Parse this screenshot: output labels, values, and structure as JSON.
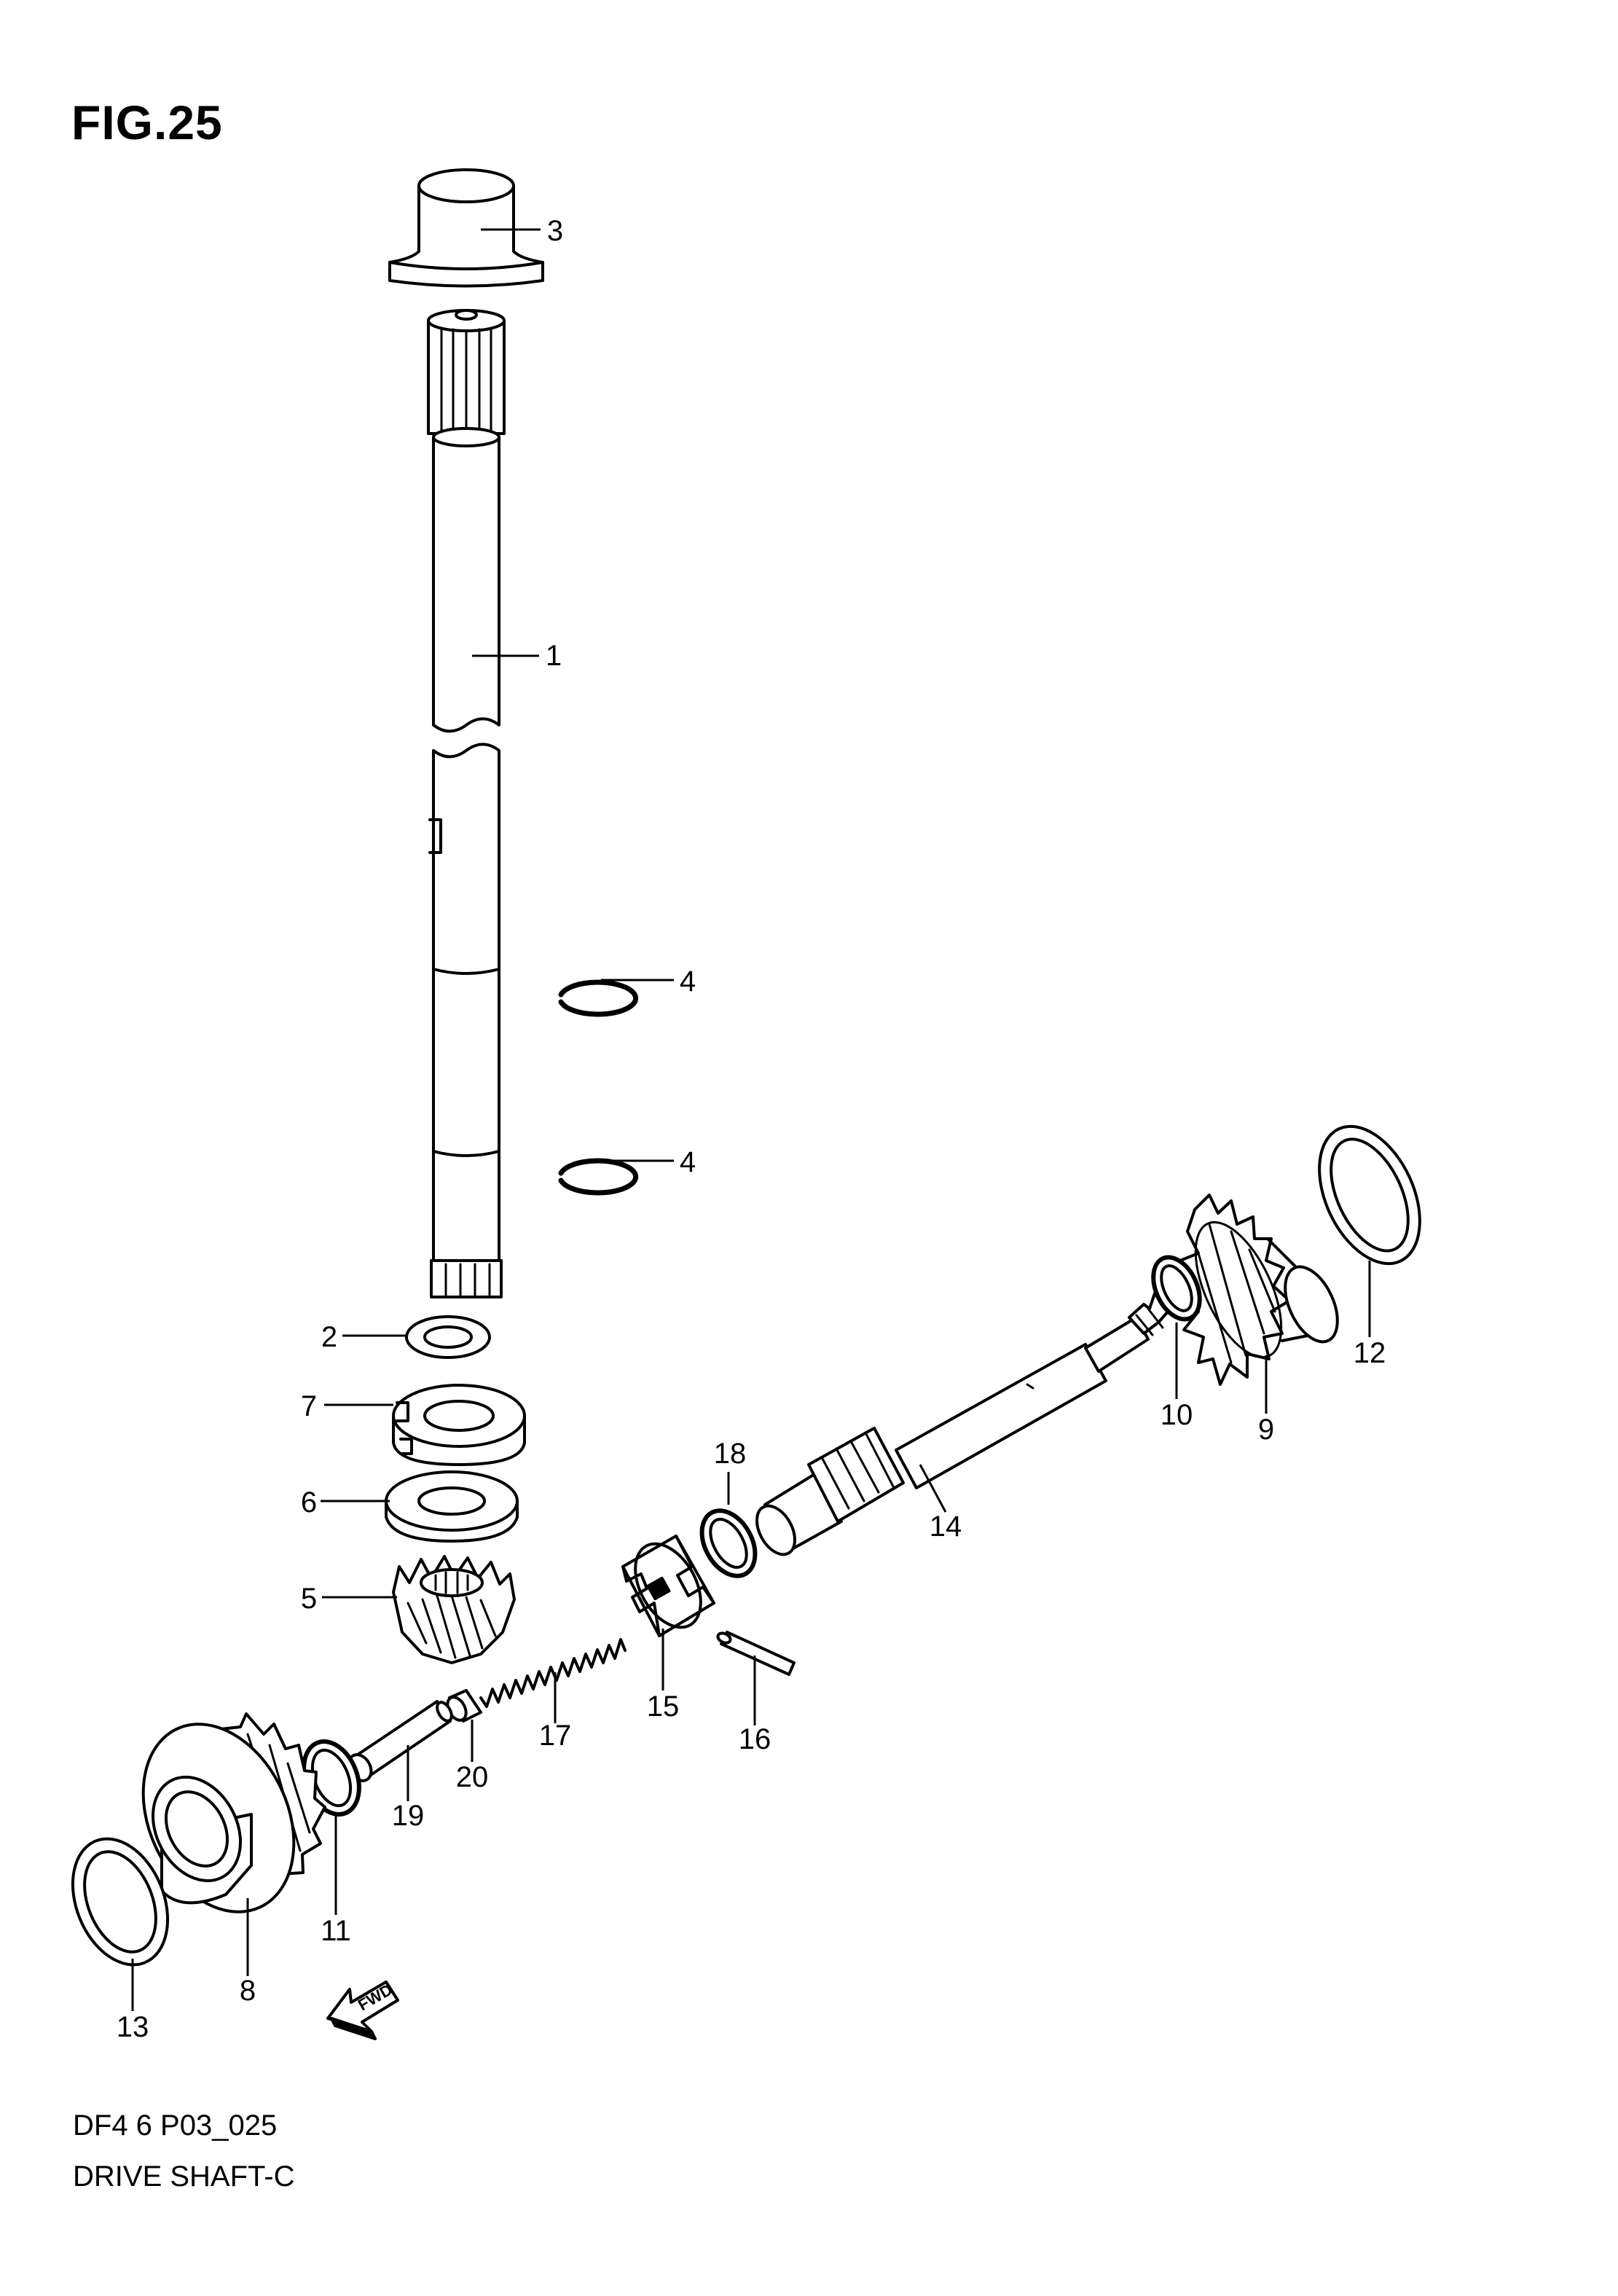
{
  "figure": {
    "title": "FIG.25",
    "code": "DF4 6 P03_025",
    "name": "DRIVE SHAFT-C",
    "fwd_label": "FWD"
  },
  "callouts": [
    {
      "id": "c1",
      "label": "1"
    },
    {
      "id": "c2",
      "label": "2"
    },
    {
      "id": "c3",
      "label": "3"
    },
    {
      "id": "c4a",
      "label": "4"
    },
    {
      "id": "c4b",
      "label": "4"
    },
    {
      "id": "c5",
      "label": "5"
    },
    {
      "id": "c6",
      "label": "6"
    },
    {
      "id": "c7",
      "label": "7"
    },
    {
      "id": "c8",
      "label": "8"
    },
    {
      "id": "c9",
      "label": "9"
    },
    {
      "id": "c10",
      "label": "10"
    },
    {
      "id": "c11",
      "label": "11"
    },
    {
      "id": "c12",
      "label": "12"
    },
    {
      "id": "c13",
      "label": "13"
    },
    {
      "id": "c14",
      "label": "14"
    },
    {
      "id": "c15",
      "label": "15"
    },
    {
      "id": "c16",
      "label": "16"
    },
    {
      "id": "c17",
      "label": "17"
    },
    {
      "id": "c18",
      "label": "18"
    },
    {
      "id": "c19",
      "label": "19"
    },
    {
      "id": "c20",
      "label": "20"
    }
  ]
}
